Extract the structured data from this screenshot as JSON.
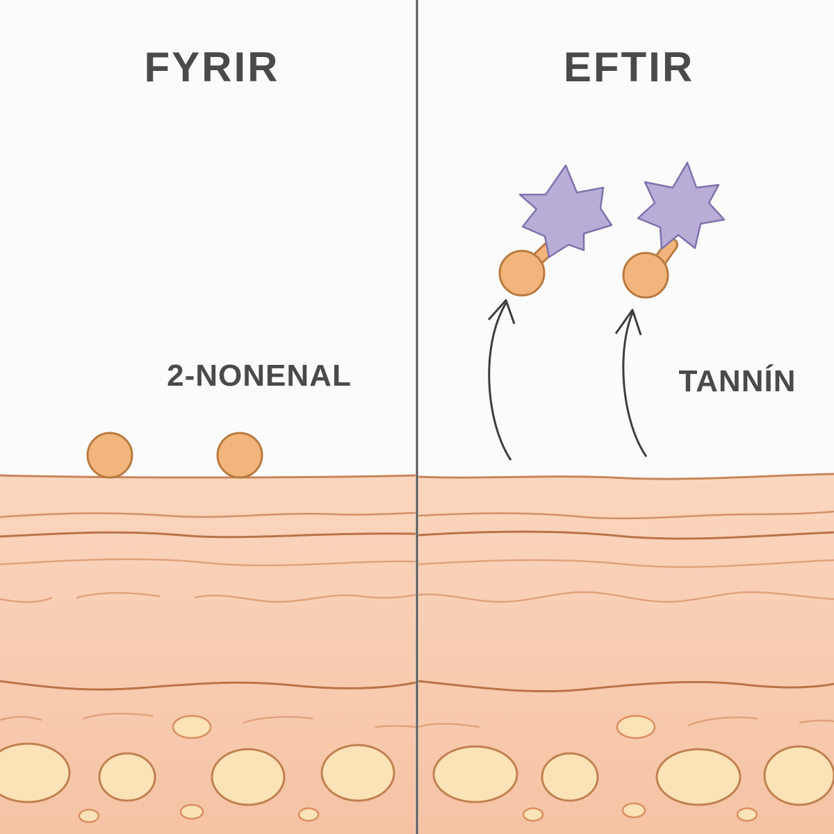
{
  "panels": {
    "before": {
      "title": "FYRIR",
      "molecule_label": "2-NONENAL"
    },
    "after": {
      "title": "EFTIR",
      "molecule_label": "TANNÍN"
    }
  },
  "colors": {
    "background": "#fbfbfb",
    "skin_surface": "#f9d3b9",
    "skin_deep": "#f6c4a5",
    "skin_line": "#c9855a",
    "skin_line_light": "#e0a27d",
    "nonenal_fill": "#f2b57c",
    "nonenal_stroke": "#b87a3f",
    "tannin_fill": "#b9add8",
    "tannin_stroke": "#7e72ab",
    "cell_fill": "#fbe2b7",
    "divider": "#555555",
    "text": "#4a4a4a"
  }
}
